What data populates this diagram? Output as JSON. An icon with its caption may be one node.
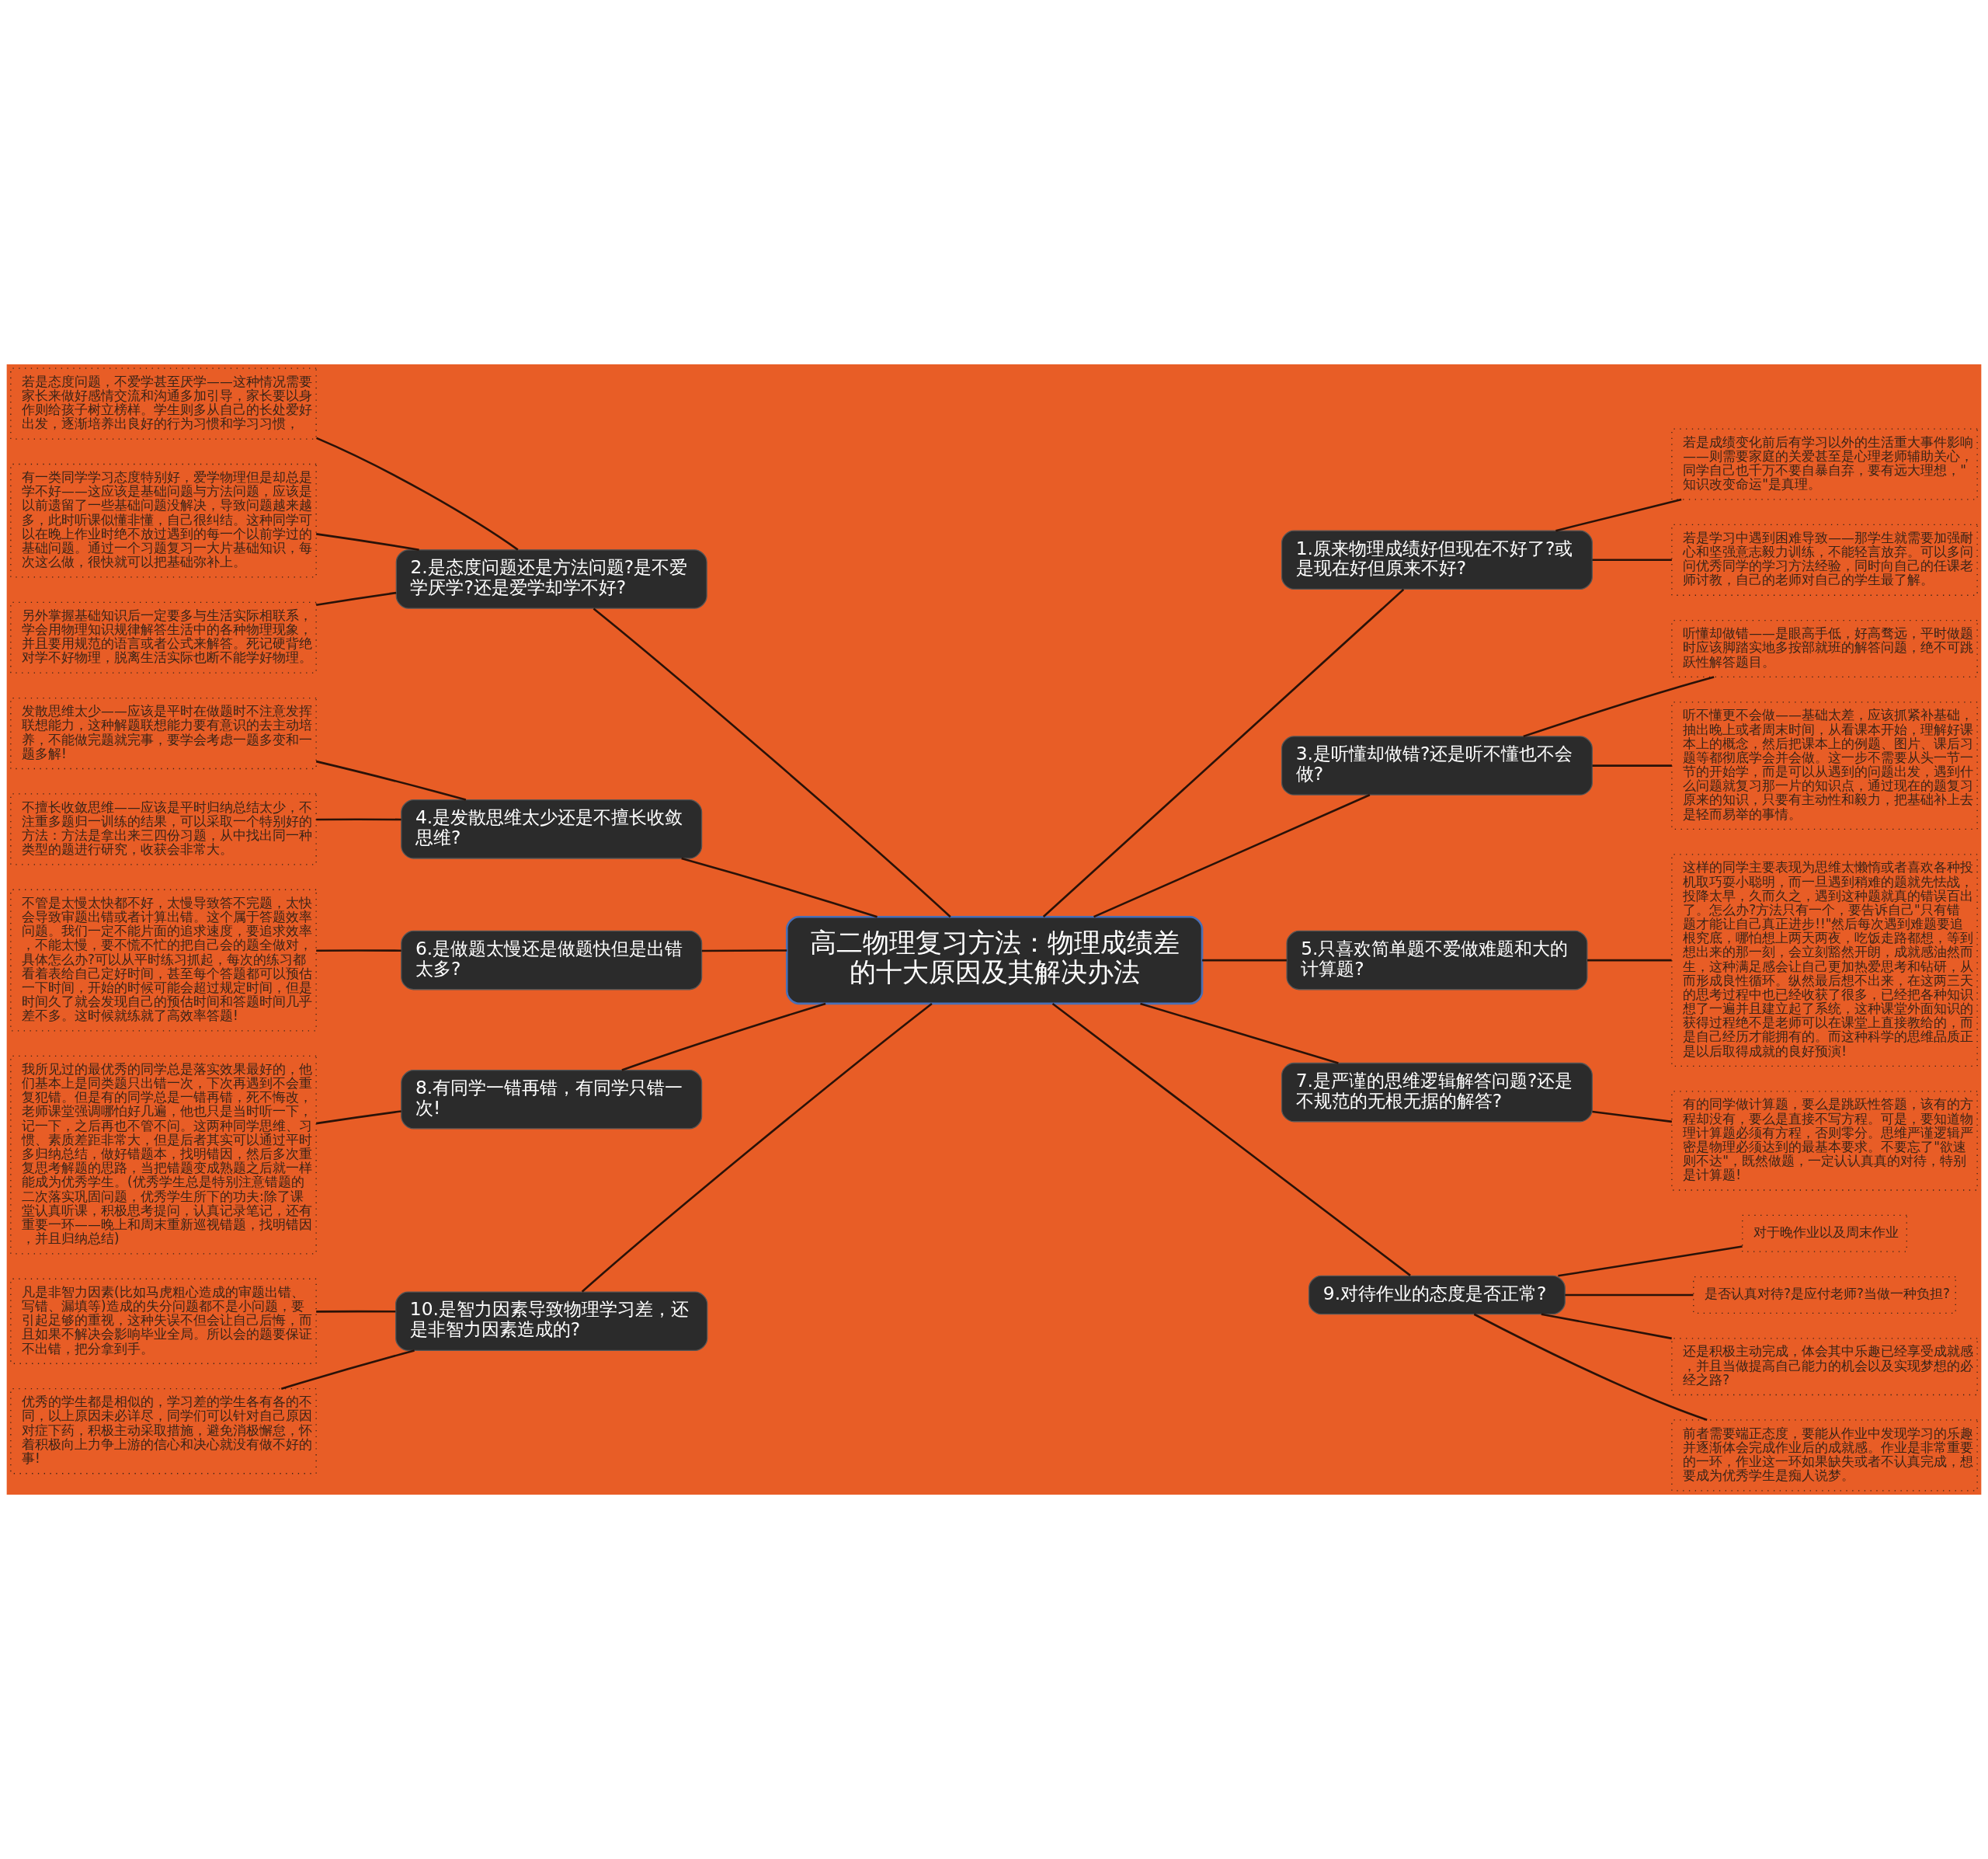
{
  "diagram": {
    "nodes": [
      {
        "text": [
          "高二物理复习方法：物理成绩差的十大原因及其解决办法"
        ]
      },
      {
        "text": [
          "1.原来物理成绩好但现在不好了?或是现在好但原来不好?"
        ]
      },
      {
        "text": [
          "若是成绩变化前后有学习以外的生活重大事件影响——则需要家庭的关爱甚至是心理老师辅助关心，同学自己也千万不要自暴自弃，要有远大理想，\"知识改变命运\"是真理。"
        ]
      },
      {
        "text": [
          "若是学习中遇到困难导致——那学生就需要加强耐心和坚强意志毅力训练，不能轻言放弃。可以多问问优秀同学的学习方法经验，同时向自己的任课老师讨教，自己的老师对自己的学生最了解。"
        ]
      },
      {
        "text": [
          "2.是态度问题还是方法问题?是不爱学厌学?还是爱学却学不好?"
        ]
      },
      {
        "text": [
          "若是态度问题，不爱学甚至厌学——这种情况需要家长来做好感情交流和沟通多加引导，家长要以身作则给孩子树立榜样。学生则多从自己的长处爱好出发，逐渐培养出良好的行为习惯和学习习惯，"
        ]
      },
      {
        "text": [
          "有一类同学学习态度特别好，爱学物理但是却总是学不好——这应该是基础问题与方法问题，应该是以前遗留了一些基础问题没解决，导致问题越来越多，此时听课似懂非懂，自己很纠结。这种同学可以在晚上作业时绝不放过遇到的每一个以前学过的基础问题。通过一个习题复习一大片基础知识，每次这么做，很快就可以把基础弥补上。"
        ]
      },
      {
        "text": [
          "另外掌握基础知识后一定要多与生活实际相联系，学会用物理知识规律解答生活中的各种物理现象，并且要用规范的语言或者公式来解答。死记硬背绝对学不好物理，脱离生活实际也断不能学好物理。"
        ]
      },
      {
        "text": [
          "3.是听懂却做错?还是听不懂也不会做?"
        ]
      },
      {
        "text": [
          "听懂却做错——是眼高手低，好高骛远，平时做题时应该脚踏实地多按部就班的解答问题，绝不可跳跃性解答题目。"
        ]
      },
      {
        "text": [
          "听不懂更不会做——基础太差，应该抓紧补基础，抽出晚上或者周末时间，从看课本开始，理解好课本上的概念，然后把课本上的例题、图片、课后习题等都彻底学会并会做。这一步不需要从头一节一节的开始学，而是可以从遇到的问题出发，遇到什么问题就复习那一片的知识点，通过现在的题复习原来的知识，只要有主动性和毅力，把基础补上去是轻而易举的事情。"
        ]
      },
      {
        "text": [
          "4.是发散思维太少还是不擅长收敛思维?"
        ]
      },
      {
        "text": [
          "发散思维太少——应该是平时在做题时不注意发挥联想能力，这种解题联想能力要有意识的去主动培养，不能做完题就完事，要学会考虑一题多变和一题多解!"
        ]
      },
      {
        "text": [
          "不擅长收敛思维——应该是平时归纳总结太少，不注重多题归一训练的结果，可以采取一个特别好的方法：方法是拿出来三四份习题，从中找出同一种类型的题进行研究，收获会非常大。"
        ]
      },
      {
        "text": [
          "5.只喜欢简单题不爱做难题和大的计算题?"
        ]
      },
      {
        "text": [
          "这样的同学主要表现为思维太懒惰或者喜欢各种投机取巧耍小聪明，而一旦遇到稍难的题就先怯战，投降太早，久而久之，遇到这种题就真的错误百出了。怎么办?方法只有一个，要告诉自己\"只有错题才能让自己真正进步!!\"然后每次遇到难题要追根究底，哪怕想上两天两夜，吃饭走路都想，等到想出来的那一刻，会立刻豁然开朗，成就感油然而生，这种满足感会让自己更加热爱思考和钻研，从而形成良性循环。纵然最后想不出来，在这两三天的思考过程中也已经收获了很多，已经把各种知识想了一遍并且建立起了系统，这种课堂外面知识的获得过程绝不是老师可以在课堂上直接教给的，而是自己经历才能拥有的。而这种科学的思维品质正是以后取得成就的良好预演!"
        ]
      },
      {
        "text": [
          "6.是做题太慢还是做题快但是出错太多?"
        ]
      },
      {
        "text": [
          "不管是太慢太快都不好，太慢导致答不完题，太快会导致审题出错或者计算出错。这个属于答题效率问题。我们一定不能片面的追求速度，要追求效率，不能太慢，要不慌不忙的把自己会的题全做对，具体怎么办?可以从平时练习抓起，每次的练习都看着表给自己定好时间，甚至每个答题都可以预估一下时间，开始的时候可能会超过规定时间，但是时间久了就会发现自己的预估时间和答题时间几乎差不多。这时候就练就了高效率答题!"
        ]
      },
      {
        "text": [
          "7.是严谨的思维逻辑解答问题?还是不规范的无根无据的解答?"
        ]
      },
      {
        "text": [
          "有的同学做计算题，要么是跳跃性答题，该有的方程却没有，要么是直接不写方程。可是，要知道物理计算题必须有方程，否则零分。思维严谨逻辑严密是物理必须达到的最基本要求。不要忘了\"欲速则不达\"，既然做题，一定认认真真的对待，特别是计算题!"
        ]
      },
      {
        "text": [
          "8.有同学一错再错，有同学只错一次!"
        ]
      },
      {
        "text": [
          "我所见过的最优秀的同学总是落实效果最好的，他们基本上是同类题只出错一次，下次再遇到不会重复犯错。但是有的同学总是一错再错，死不悔改，老师课堂强调哪怕好几遍，他也只是当时听一下，记一下，之后再也不管不问。这两种同学思维、习惯、素质差距非常大，但是后者其实可以通过平时多归纳总结，做好错题本，找明错因，然后多次重复思考解题的思路，当把错题变成熟题之后就一样能成为优秀学生。(优秀学生总是特别注意错题的二次落实巩固问题，优秀学生所下的功夫:除了课堂认真听课，积极思考提问，认真记录笔记，还有重要一环——晚上和周末重新巡视错题，找明错因，并且归纳总结)"
        ]
      },
      {
        "text": [
          "9.对待作业的态度是否正常?"
        ]
      },
      {
        "text": [
          "对于晚作业以及周末作业"
        ]
      },
      {
        "text": [
          "是否认真对待?是应付老师?当做一种负担?"
        ]
      },
      {
        "text": [
          "还是积极主动完成，体会其中乐趣已经享受成就感，并且当做提高自己能力的机会以及实现梦想的必经之路?"
        ]
      },
      {
        "text": [
          "前者需要端正态度，要能从作业中发现学习的乐趣并逐渐体会完成作业后的成就感。作业是非常重要的一环，作业这一环如果缺失或者不认真完成，想要成为优秀学生是痴人说梦。"
        ]
      },
      {
        "text": [
          "10.是智力因素导致物理学习差，还是非智力因素造成的?"
        ]
      },
      {
        "text": [
          "凡是非智力因素(比如马虎粗心造成的审题出错、写错、漏填等)造成的失分问题都不是小问题，要引起足够的重视，这种失误不但会让自己后悔，而且如果不解决会影响毕业全局。所以会的题要保证不出错，把分拿到手。"
        ]
      },
      {
        "text": [
          "优秀的学生都是相似的，学习差的学生各有各的不同，以上原因未必详尽，同学们可以针对自己原因对症下药，积极主动采取措施，避免消极懈怠，怀着积极向上力争上游的信心和决心就没有做不好的事!"
        ]
      }
    ],
    "edges": [
      {
        "from": 0,
        "to": 1,
        "arrow": "none"
      },
      {
        "from": 1,
        "to": 2,
        "arrow": "none"
      },
      {
        "from": 1,
        "to": 3,
        "arrow": "none"
      },
      {
        "from": 0,
        "to": 4,
        "arrow": "none"
      },
      {
        "from": 4,
        "to": 5,
        "arrow": "none"
      },
      {
        "from": 4,
        "to": 6,
        "arrow": "none"
      },
      {
        "from": 4,
        "to": 7,
        "arrow": "none"
      },
      {
        "from": 0,
        "to": 8,
        "arrow": "none"
      },
      {
        "from": 8,
        "to": 9,
        "arrow": "none"
      },
      {
        "from": 8,
        "to": 10,
        "arrow": "none"
      },
      {
        "from": 0,
        "to": 11,
        "arrow": "none"
      },
      {
        "from": 11,
        "to": 12,
        "arrow": "none"
      },
      {
        "from": 11,
        "to": 13,
        "arrow": "none"
      },
      {
        "from": 0,
        "to": 14,
        "arrow": "none"
      },
      {
        "from": 14,
        "to": 15,
        "arrow": "none"
      },
      {
        "from": 0,
        "to": 16,
        "arrow": "none"
      },
      {
        "from": 16,
        "to": 17,
        "arrow": "none"
      },
      {
        "from": 0,
        "to": 18,
        "arrow": "none"
      },
      {
        "from": 18,
        "to": 19,
        "arrow": "none"
      },
      {
        "from": 0,
        "to": 20,
        "arrow": "none"
      },
      {
        "from": 20,
        "to": 21,
        "arrow": "none"
      },
      {
        "from": 0,
        "to": 22,
        "arrow": "none"
      },
      {
        "from": 22,
        "to": 23,
        "arrow": "none"
      },
      {
        "from": 22,
        "to": 24,
        "arrow": "none"
      },
      {
        "from": 22,
        "to": 25,
        "arrow": "none"
      },
      {
        "from": 22,
        "to": 26,
        "arrow": "none"
      },
      {
        "from": 0,
        "to": 27,
        "arrow": "none"
      },
      {
        "from": 27,
        "to": 28,
        "arrow": "none"
      },
      {
        "from": 27,
        "to": 29,
        "arrow": "none"
      }
    ]
  }
}
